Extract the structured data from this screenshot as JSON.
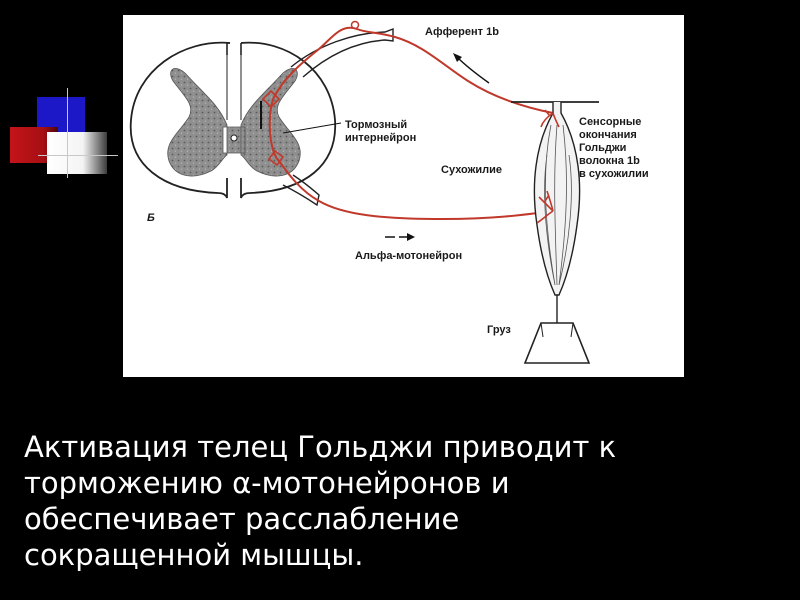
{
  "diagram": {
    "panel_label": "Б",
    "labels": {
      "afferent": "Афферент 1b",
      "inhibitory_interneuron_line1": "Тормозный",
      "inhibitory_interneuron_line2": "интернейрон",
      "sensory_endings_line1": "Сенсорные",
      "sensory_endings_line2": "окончания",
      "sensory_endings_line3": "Гольджи",
      "sensory_endings_line4": "волокна 1b",
      "sensory_endings_line5": "в сухожилии",
      "tendon": "Сухожилие",
      "alpha_motoneuron": "Альфа-мотонейрон",
      "weight": "Груз"
    },
    "colors": {
      "nerve": "#c0392b",
      "gray_matter": "#9a9a9a",
      "outline": "#222222",
      "panel_bg": "#ffffff",
      "slide_bg": "#000000"
    }
  },
  "caption": {
    "line1": "Активация телец Гольджи приводит к",
    "line2": "торможению α-мотонейронов и",
    "line3": "обеспечивает расслабление",
    "line4": "сокращенной мышцы."
  },
  "decor": {
    "blue": "#1c18c8",
    "red": "#c41419",
    "white": "#ffffff"
  }
}
